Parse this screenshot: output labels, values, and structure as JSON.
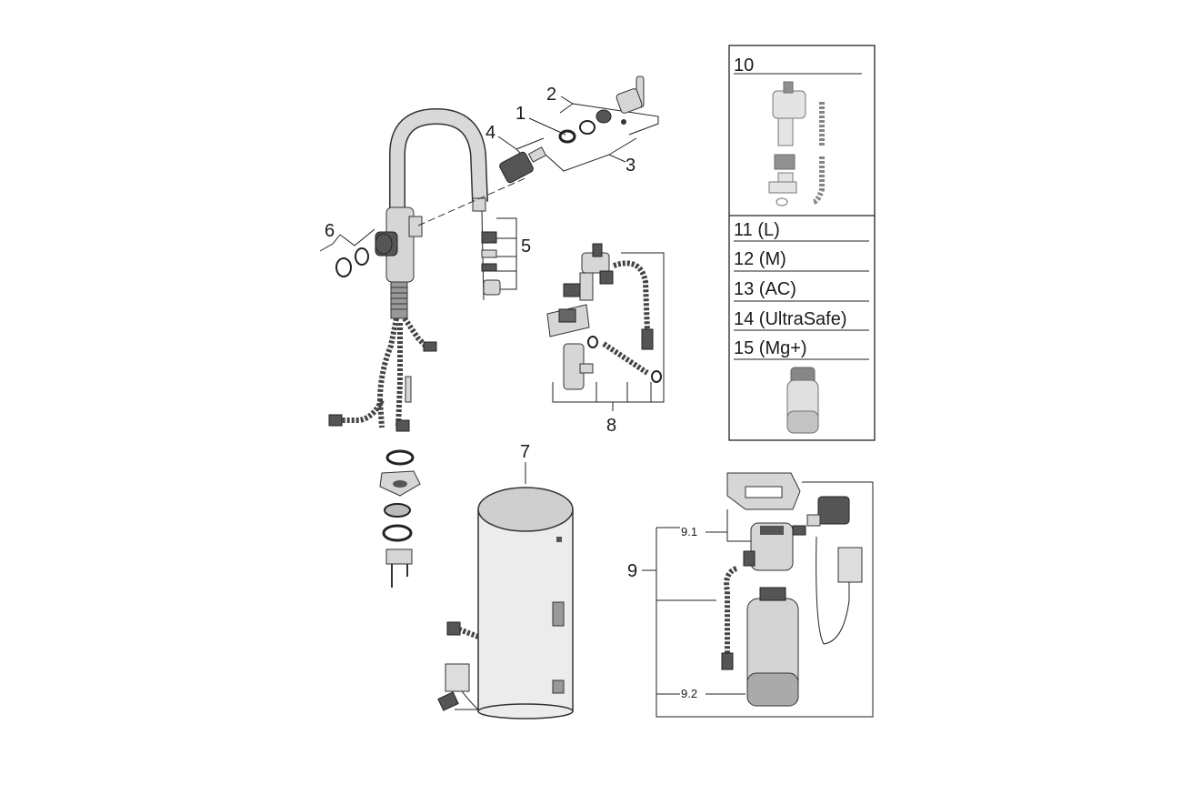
{
  "callouts": {
    "c1": "1",
    "c2": "2",
    "c3": "3",
    "c4": "4",
    "c5": "5",
    "c6": "6",
    "c7": "7",
    "c8": "8",
    "c9": "9",
    "c9_1": "9.1",
    "c9_2": "9.2"
  },
  "options_box": {
    "title": "10",
    "items": [
      "11 (L)",
      "12 (M)",
      "13 (AC)",
      "14 (UltraSafe)",
      "15 (Mg+)"
    ]
  }
}
